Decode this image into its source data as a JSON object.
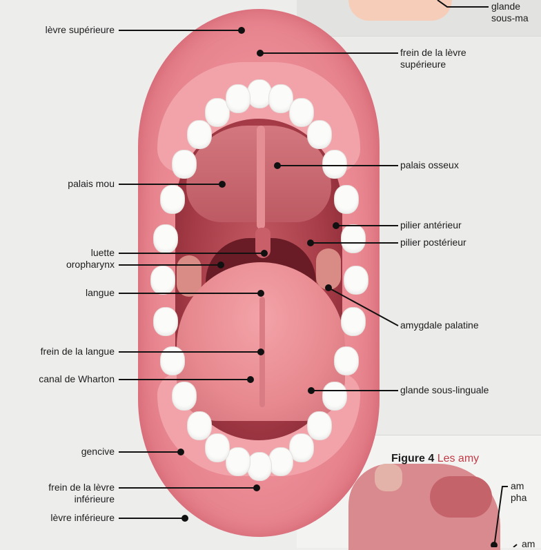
{
  "labels_left": [
    {
      "id": "levre-superieure",
      "text": "lèvre supérieure"
    },
    {
      "id": "palais-mou",
      "text": "palais mou"
    },
    {
      "id": "luette",
      "text": "luette"
    },
    {
      "id": "oropharynx",
      "text": "oropharynx"
    },
    {
      "id": "langue",
      "text": "langue"
    },
    {
      "id": "frein-langue",
      "text": "frein de la langue"
    },
    {
      "id": "canal-wharton",
      "text": "canal de Wharton"
    },
    {
      "id": "gencive",
      "text": "gencive"
    },
    {
      "id": "frein-levre-inf",
      "lines": [
        "frein de la lèvre",
        "inférieure"
      ]
    },
    {
      "id": "levre-inferieure",
      "text": "lèvre inférieure"
    }
  ],
  "labels_right": [
    {
      "id": "glande-sous-mandibulaire",
      "lines": [
        "glande",
        "sous-ma"
      ]
    },
    {
      "id": "frein-levre-sup",
      "lines": [
        "frein de la lèvre",
        "supérieure"
      ]
    },
    {
      "id": "palais-osseux",
      "text": "palais osseux"
    },
    {
      "id": "pilier-anterieur",
      "text": "pilier antérieur"
    },
    {
      "id": "pilier-posterieur",
      "text": "pilier postérieur"
    },
    {
      "id": "amygdale-palatine",
      "text": "amygdale palatine"
    },
    {
      "id": "glande-sous-linguale",
      "text": "glande sous-linguale"
    }
  ],
  "figure_caption": {
    "number": "Figure 4",
    "title": "Les amy"
  },
  "bottom_right_labels": [
    {
      "id": "am-pha",
      "lines": [
        "am",
        "pha"
      ]
    },
    {
      "id": "am-2",
      "text": "am"
    }
  ],
  "colors": {
    "background": "#ededec",
    "line": "#111111",
    "caption_accent": "#c23a45"
  }
}
